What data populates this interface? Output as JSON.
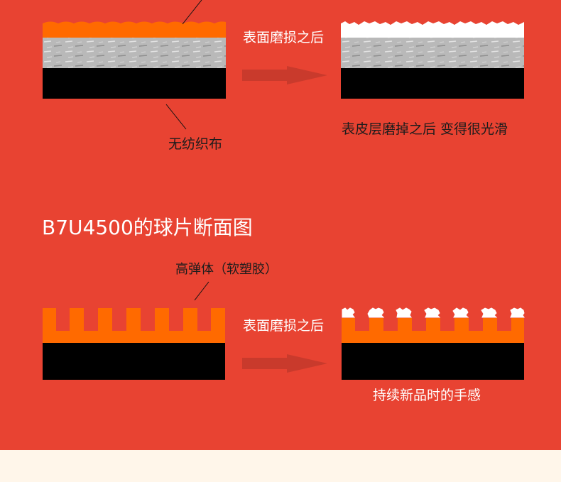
{
  "colors": {
    "background_red": "#E84332",
    "footer_cream": "#FFF6EA",
    "orange_layer": "#FF6A00",
    "fabric_gray": "#B8B8B8",
    "base_black": "#000000",
    "arrow": "#C93A2C"
  },
  "section1": {
    "arrow_label": "表面磨损之后",
    "result_caption": "表皮层磨掉之后 变得很光滑",
    "callout_fabric": "无纺织布"
  },
  "section2": {
    "title": "B7U4500的球片断面图",
    "callout_rubber": "高弹体（软塑胶）",
    "arrow_label": "表面磨损之后",
    "result_caption": "持续新品时的手感"
  }
}
